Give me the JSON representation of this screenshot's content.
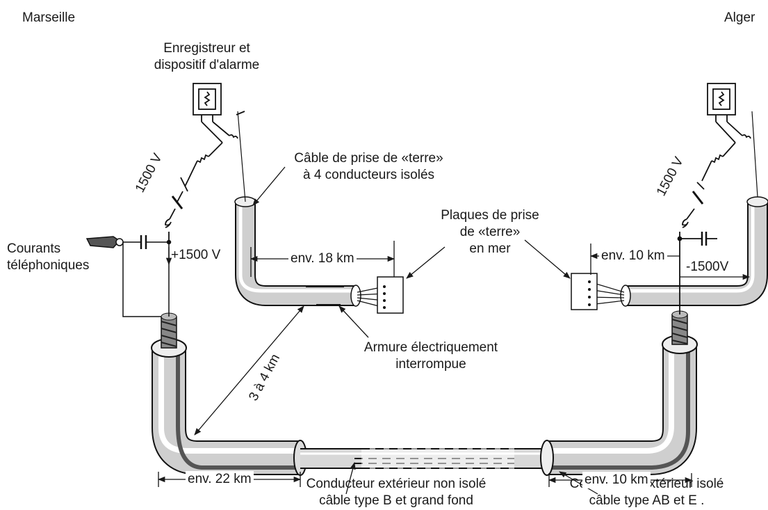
{
  "places": {
    "left": "Marseille",
    "right": "Alger"
  },
  "labels": {
    "recorder_line1": "Enregistreur et",
    "recorder_line2": "dispositif d'alarme",
    "ground_cable_line1": "Câble de prise de «terre»",
    "ground_cable_line2": "à 4 conducteurs isolés",
    "plates_line1": "Plaques de prise",
    "plates_line2": "de «terre»",
    "plates_line3": "en mer",
    "phone_line1": "Courants",
    "phone_line2": "téléphoniques",
    "armor_line1": "Armure électriquement",
    "armor_line2": "interrompue",
    "outer_uninsulated_line1": "Conducteur extérieur non isolé",
    "outer_uninsulated_line2": "câble type B et grand fond",
    "outer_insulated_line1": "Conducteur extérieur isolé",
    "outer_insulated_line2": "câble type AB et E ."
  },
  "voltages": {
    "left_battery": "1500 V",
    "left_line": "+1500 V",
    "right_battery": "1500 V",
    "right_line": "-1500V"
  },
  "distances": {
    "left_ground": "env. 18 km",
    "right_ground": "env. 10 km",
    "diagonal": "3 à 4 km",
    "bottom_left": "env. 22 km",
    "bottom_right": "env. 10 km"
  }
}
